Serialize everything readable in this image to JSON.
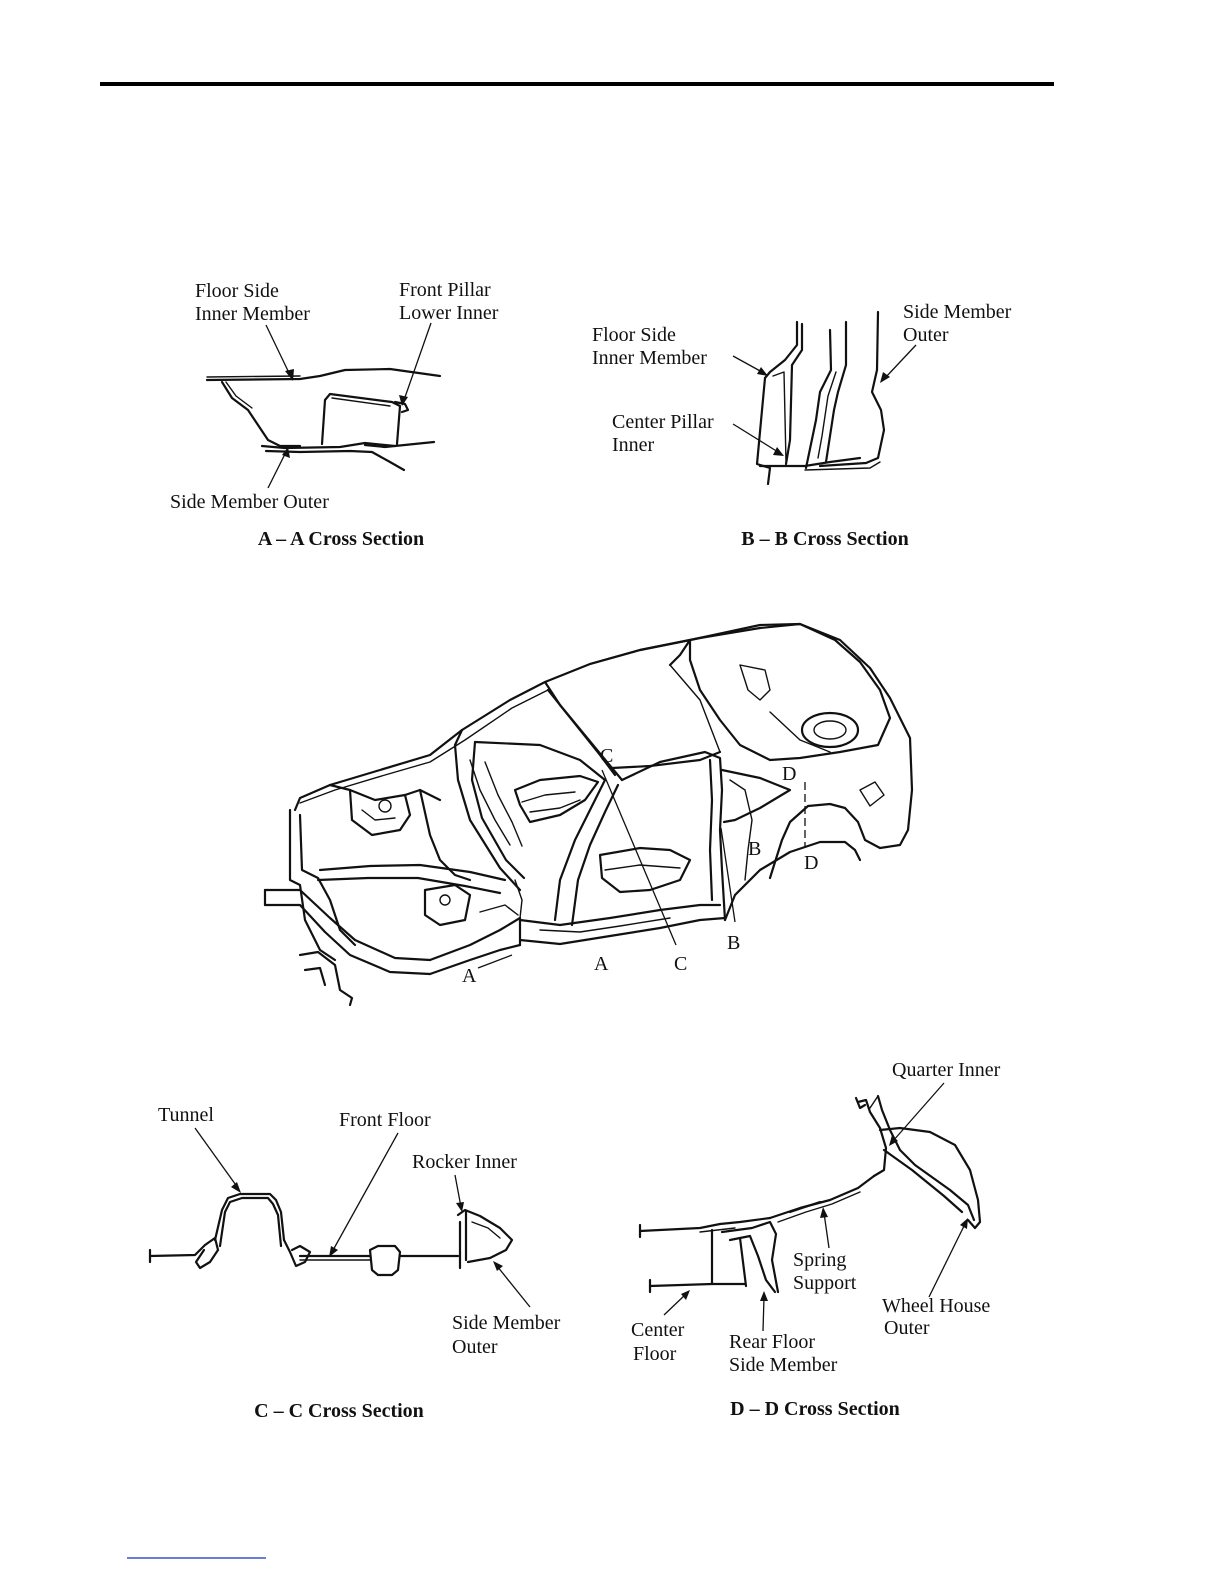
{
  "sections": {
    "aa": {
      "caption": "A – A Cross Section",
      "labels": {
        "floor_side_1": "Floor Side",
        "floor_side_2": "Inner Member",
        "front_pillar_1": "Front Pillar",
        "front_pillar_2": "Lower Inner",
        "side_member": "Side Member Outer"
      }
    },
    "bb": {
      "caption": "B – B Cross Section",
      "labels": {
        "side_member_1": "Side Member",
        "side_member_2": "Outer",
        "floor_side_1": "Floor Side",
        "floor_side_2": "Inner Member",
        "center_pillar_1": "Center Pillar",
        "center_pillar_2": "Inner"
      }
    },
    "cc": {
      "caption": "C – C Cross Section",
      "labels": {
        "tunnel": "Tunnel",
        "front_floor": "Front Floor",
        "rocker_inner": "Rocker Inner",
        "side_member_1": "Side Member",
        "side_member_2": "Outer"
      }
    },
    "dd": {
      "caption": "D – D Cross Section",
      "labels": {
        "quarter_inner": "Quarter Inner",
        "spring_support_1": "Spring",
        "spring_support_2": "Support",
        "wheel_house_1": "Wheel House",
        "wheel_house_2": "Outer",
        "center_floor_1": "Center",
        "center_floor_2": "Floor",
        "rear_floor_1": "Rear Floor",
        "rear_floor_2": "Side Member"
      }
    }
  },
  "body_markers": {
    "a_top": "A",
    "a_bottom": "A",
    "b_top": "B",
    "b_bottom": "B",
    "c_top": "C",
    "c_bottom": "C",
    "d_top": "D",
    "d_bottom": "D"
  }
}
